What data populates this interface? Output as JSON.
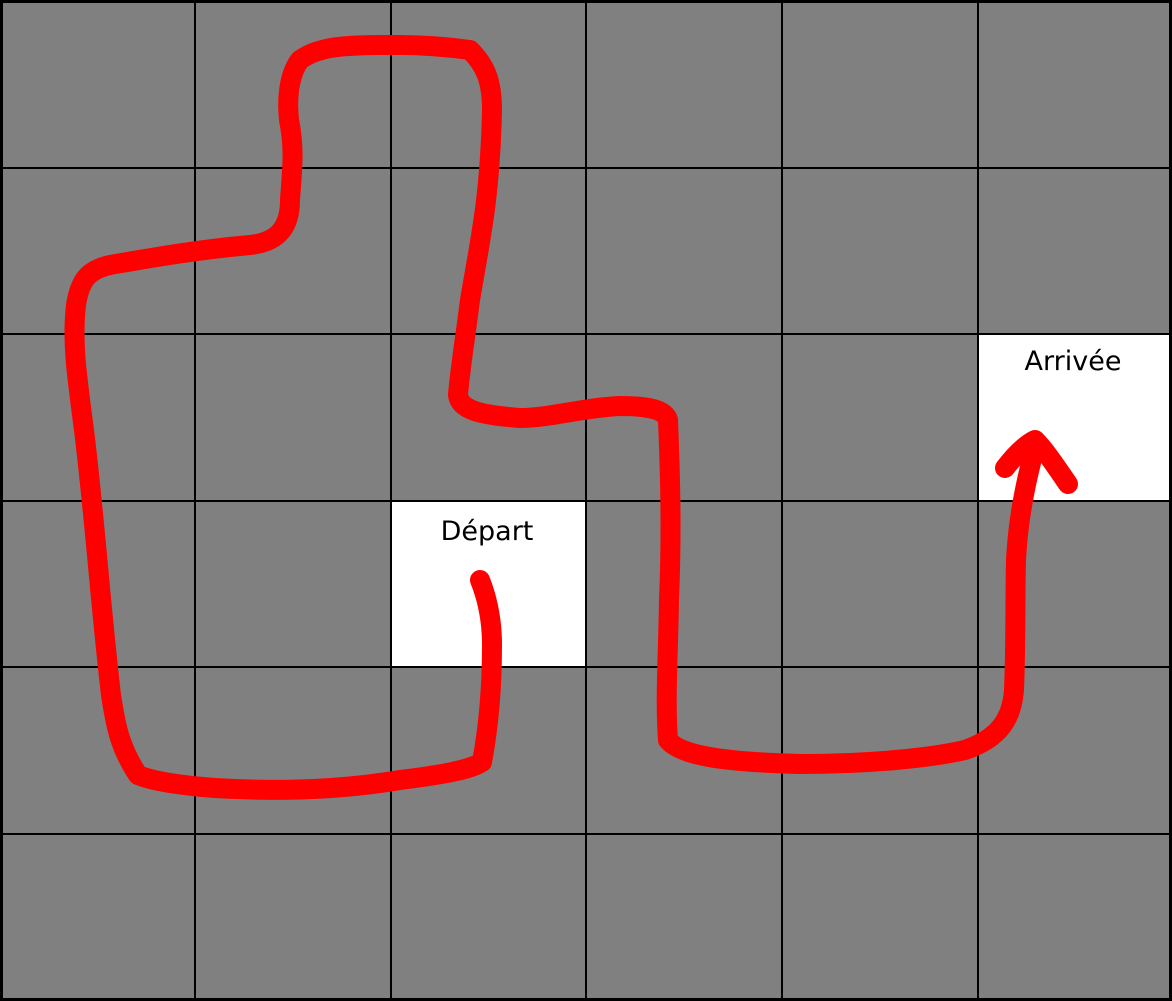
{
  "grid": {
    "rows": 6,
    "cols": 6,
    "cell_color": "#808080",
    "line_color": "#000000",
    "special_color": "#ffffff",
    "special_cells": [
      {
        "id": "start",
        "row": 3,
        "col": 2,
        "label": "Départ"
      },
      {
        "id": "goal",
        "row": 2,
        "col": 5,
        "label": "Arrivée"
      }
    ]
  },
  "path": {
    "color": "#ff0000",
    "from": "start",
    "to": "goal",
    "arrow_at_end": true
  }
}
